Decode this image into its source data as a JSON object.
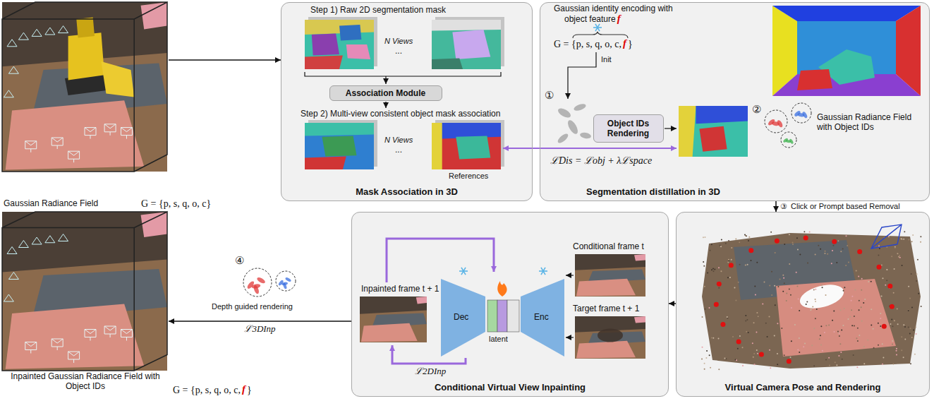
{
  "diagram": {
    "nodes": [
      {
        "text": [
          "Gaussian Radiance Field"
        ]
      },
      {
        "text": [
          "Mask Association in 3D"
        ]
      },
      {
        "text": [
          "Association Module"
        ],
        "in": 1
      },
      {
        "text": [
          "Segmentation distillation in 3D"
        ]
      },
      {
        "text": [
          "Object IDs Rendering"
        ],
        "in": 3
      },
      {
        "text": [
          "Virtual Camera Pose and Rendering"
        ]
      },
      {
        "text": [
          "Conditional Virtual View Inpainting"
        ]
      },
      {
        "text": [
          "Inpainted Gaussian Radiance Field with Object IDs"
        ]
      }
    ],
    "edges": [
      {
        "from": 0,
        "to": 1,
        "arrow": "to"
      },
      {
        "from": 3,
        "to": 5,
        "arrow": "to",
        "label": "Click or Prompt based Removal"
      },
      {
        "from": 5,
        "to": 6,
        "arrow": "to"
      },
      {
        "from": 6,
        "to": 7,
        "arrow": "to",
        "label": "ℒ3DInp"
      }
    ],
    "labels": [
      "G = {p, s, q, o, c}",
      "Step 1) Raw 2D segmentation mask",
      "N Views",
      "...",
      "Step 2) Multi-view consistent object mask association",
      "N Views",
      "...",
      "References",
      "Gaussian identity encoding with",
      "object feature",
      "f",
      "G = {p, s, q, o, c,",
      "f",
      "}",
      "Init",
      "①",
      "②",
      "Gaussian Radiance Field with Object IDs",
      "ℒDis = ℒobj + λℒspace",
      "③",
      "Inpainted frame t + 1",
      "Conditional frame t",
      "Target frame t + 1",
      "Dec",
      "Enc",
      "latent",
      "ℒ2DInp",
      "④",
      "Depth guided rendering",
      "G = {p, s, q, o, c,",
      "f",
      "}"
    ]
  }
}
